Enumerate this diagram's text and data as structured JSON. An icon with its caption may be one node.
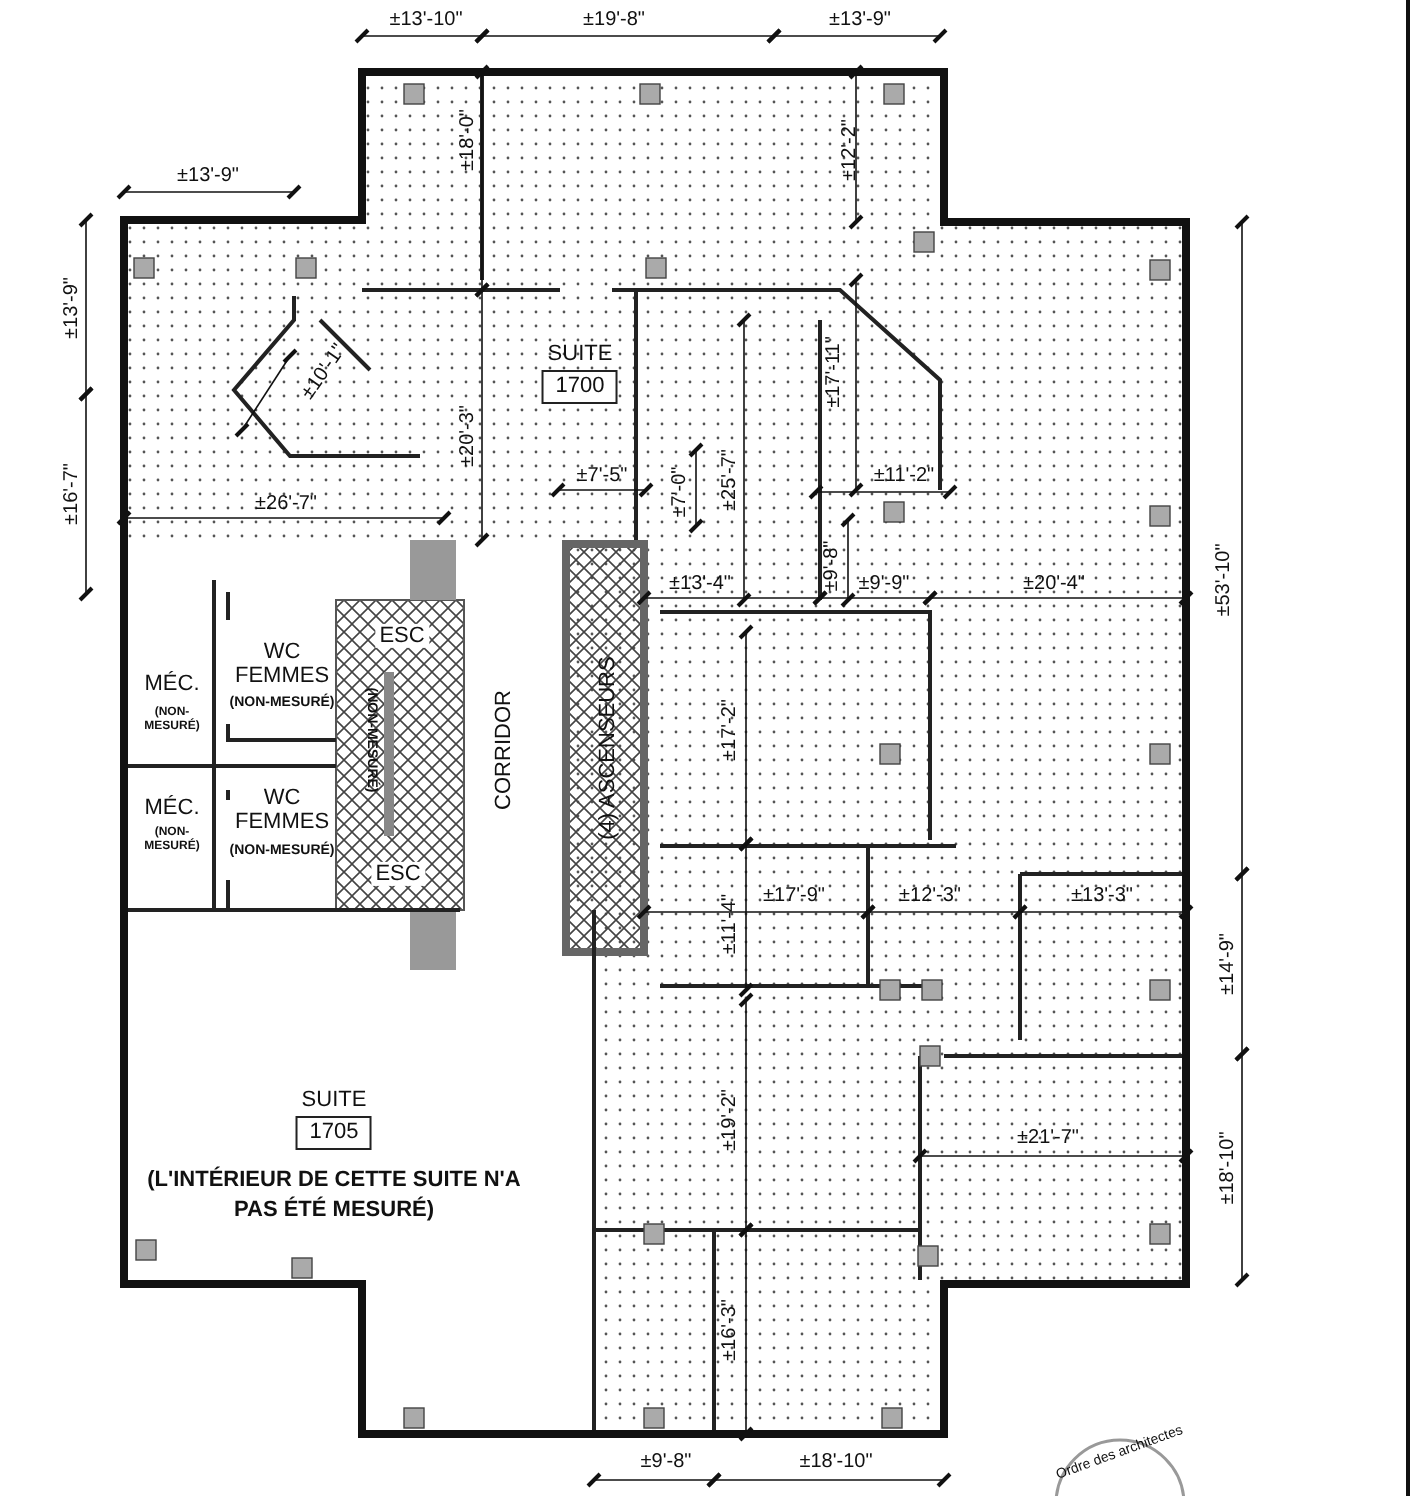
{
  "diagram": {
    "nodes": [
      {
        "text": [
          "SUITE",
          "1700"
        ]
      },
      {
        "text": [
          "SUITE",
          "1705"
        ],
        "beside": [
          "(L'INTÉRIEUR DE CETTE SUITE N'A PAS ÉTÉ MESURÉ)"
        ]
      }
    ],
    "edges": [],
    "labels": [
      "±13'-10\"",
      "±19'-8\"",
      "±13'-9\"",
      "±13'-9\"",
      "±18'-0\"",
      "±12'-2\"",
      "±13'-9\"",
      "±10'-1\"",
      "±20'-3\"",
      "±17'-11\"",
      "±53'-10\"",
      "±16'-7\"",
      "±7'-5\"",
      "±7'-0\"",
      "±25'-7\"",
      "±11'-2\"",
      "±26'-7\"",
      "±13'-4\"",
      "±9'-8\"",
      "±9'-9\"",
      "±20'-4\"",
      "ESC",
      "WC FEMMES",
      "(NON-MESURÉ)",
      "MÉC.",
      "(NON-MESURÉ)",
      "(NON-MESURÉ)",
      "CORRIDOR",
      "(4) ASCENSEURS",
      "±17'-2\"",
      "MÉC.",
      "(NON-MESURÉ)",
      "WC FEMMES",
      "(NON-MESURÉ)",
      "ESC",
      "±11'-4\"",
      "±17'-9\"",
      "±12'-3\"",
      "±13'-3\"",
      "±14'-9\"",
      "±19'-2\"",
      "±21'-7\"",
      "±18'-10\"",
      "±16'-3\"",
      "±9'-8\"",
      "±18'-10\"",
      "Ordre des architectes"
    ]
  }
}
